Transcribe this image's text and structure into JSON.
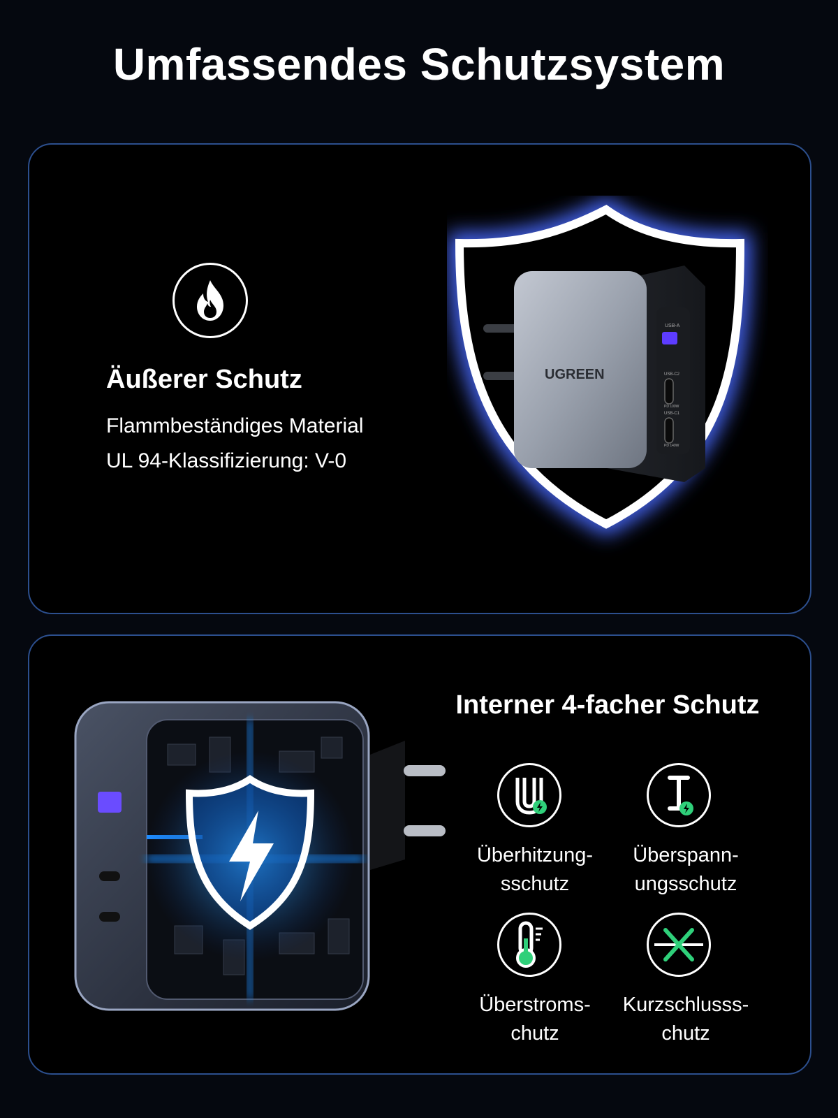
{
  "title": "Umfassendes Schutzsystem",
  "outer": {
    "icon": "flame-icon",
    "heading": "Äußerer Schutz",
    "line1": "Flammbeständiges Material",
    "line2": "UL 94-Klassifizierung: V-0"
  },
  "product": {
    "brand": "UGREEN",
    "port_labels": [
      "USB-A",
      "USB-C2",
      "PD 100W",
      "USB-C1",
      "PD 140W"
    ]
  },
  "inner": {
    "heading": "Interner 4-facher Schutz",
    "features": [
      {
        "icon": "overheat-icon",
        "line1": "Überhitzung-",
        "line2": "sschutz"
      },
      {
        "icon": "overvoltage-icon",
        "line1": "Überspann-",
        "line2": "ungsschutz"
      },
      {
        "icon": "thermometer-icon",
        "line1": "Überstroms-",
        "line2": "chutz"
      },
      {
        "icon": "short-circuit-icon",
        "line1": "Kurzschlusss-",
        "line2": "chutz"
      }
    ]
  },
  "colors": {
    "background": "#05080f",
    "card_border": "#2c4f8e",
    "glow": "#4a6bff",
    "accent_green": "#2fd07a",
    "electric_blue": "#1e8cff"
  }
}
